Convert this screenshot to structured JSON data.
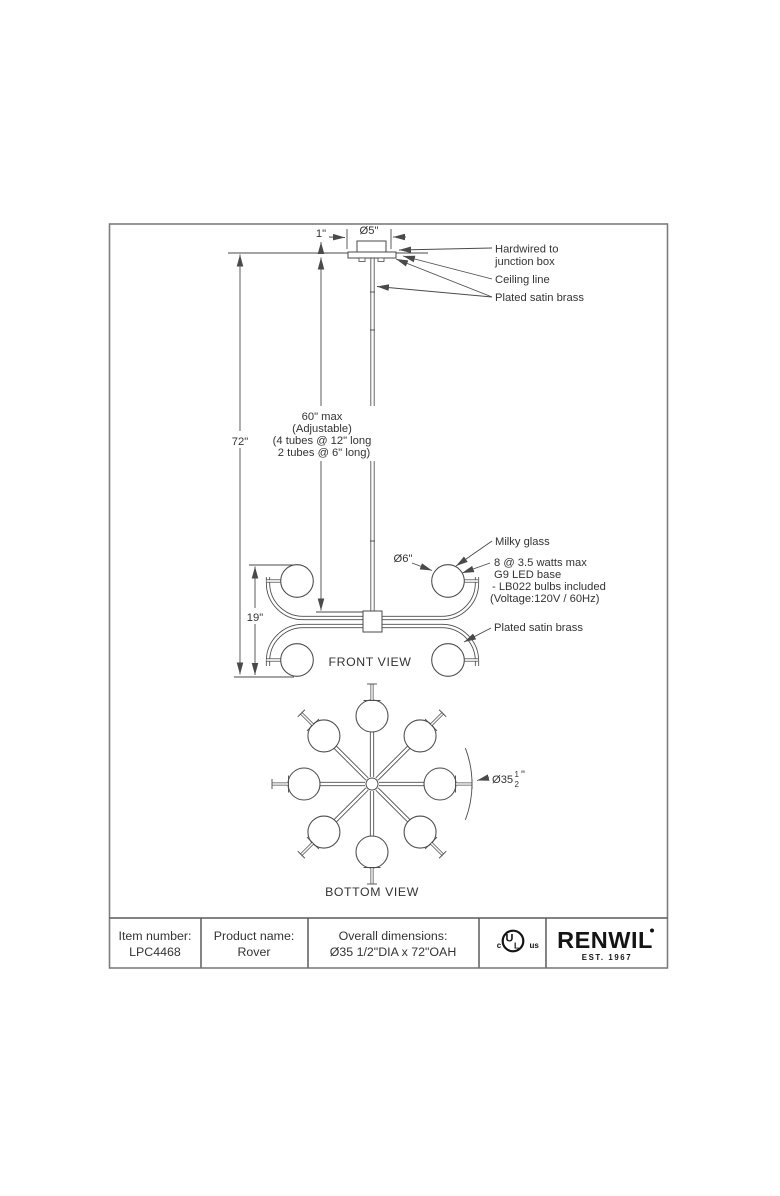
{
  "front": {
    "label": "FRONT VIEW",
    "dim_1": "1\"",
    "dim_5": "Ø5\"",
    "dim_72": "72\"",
    "dim_19": "19\"",
    "dim_6": "Ø6\"",
    "note_60": [
      "60\" max",
      "(Adjustable)",
      "(4 tubes @ 12\" long",
      "2 tubes @ 6\" long)"
    ],
    "ann": {
      "hardwired_1": "Hardwired to",
      "hardwired_2": "junction box",
      "ceiling": "Ceiling line",
      "brass_top": "Plated satin brass",
      "milky": "Milky glass",
      "bulbs_1": "8 @ 3.5 watts max",
      "bulbs_2": "G9 LED base",
      "bulbs_3": "- LB022 bulbs included",
      "bulbs_4": "(Voltage:120V / 60Hz)",
      "brass_bottom": "Plated satin brass"
    }
  },
  "bottom": {
    "label": "BOTTOM VIEW",
    "dia_prefix": "Ø35",
    "dia_num": "1",
    "dia_den": "2",
    "dia_quote": "\""
  },
  "footer": {
    "item_label": "Item number:",
    "item_value": "LPC4468",
    "product_label": "Product name:",
    "product_value": "Rover",
    "dims_label": "Overall dimensions:",
    "dims_value": "Ø35 1/2\"DIA x 72\"OAH",
    "ul_c": "c",
    "ul_u": "U",
    "ul_l": "L",
    "ul_us": "us",
    "brand": "RENWIL",
    "est": "EST. 1967"
  }
}
